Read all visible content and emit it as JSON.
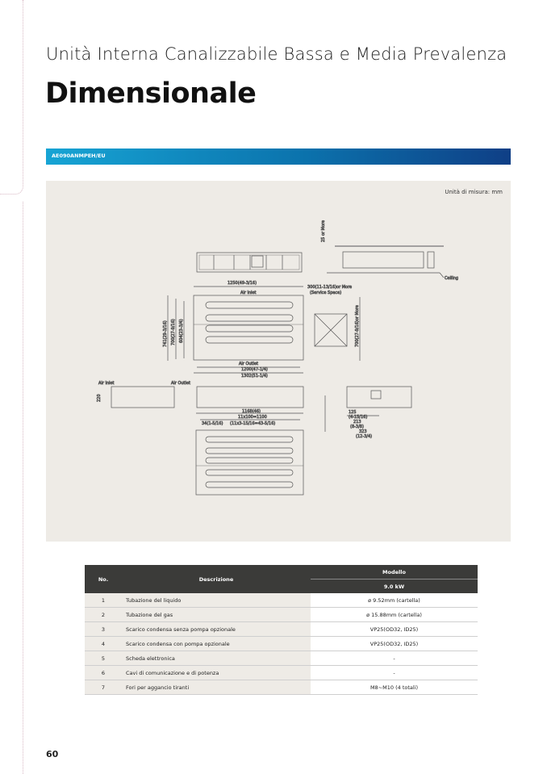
{
  "header": {
    "subtitle": "Unità Interna Canalizzabile Bassa e Media Prevalenza",
    "title": "Dimensionale"
  },
  "model_bar": "AE090ANMPEH/EU",
  "drawing": {
    "unit_label": "Unità di misura: mm",
    "labels": {
      "air_inlet": "Air inlet",
      "air_outlet": "Air Outlet",
      "ceiling": "Ceiling",
      "d1250": "1250(49-3/16)",
      "service_top": "300(11-13/16)or More",
      "service_space": "(Service Space)",
      "service_side": "700(27-9/16)or More",
      "d1200": "1200(47-1/4)",
      "d1302": "1302(51-1/4)",
      "d741": "741(29-3/16)",
      "d700": "700(27-9/16)",
      "d604": "604(23-3/4)",
      "d1168": "1168(46)",
      "d11x100": "11x100=1100",
      "d11x3": "(11x3-15/16=43-5/16)",
      "d34": "34(1-5/16)",
      "d220": "220",
      "d125": "125",
      "d125i": "(4-15/16)",
      "d213": "213",
      "d213i": "(8-3/8)",
      "d323": "323",
      "d323i": "(12-3/4)",
      "d25": "25 or More"
    }
  },
  "table": {
    "headers": {
      "no": "No.",
      "desc": "Descrizione",
      "model": "Modello",
      "capacity": "9.0 kW"
    },
    "rows": [
      {
        "no": "1",
        "desc": "Tubazione del liquido",
        "val": "ø 9.52mm (cartella)"
      },
      {
        "no": "2",
        "desc": "Tubazione del gas",
        "val": "ø 15.88mm (cartella)"
      },
      {
        "no": "3",
        "desc": "Scarico condensa senza pompa opzionale",
        "val": "VP25(OD32, ID25)"
      },
      {
        "no": "4",
        "desc": "Scarico condensa con pompa opzionale",
        "val": "VP25(OD32, ID25)"
      },
      {
        "no": "5",
        "desc": "Scheda elettronica",
        "val": "-"
      },
      {
        "no": "6",
        "desc": "Cavi di comunicazione e di potenza",
        "val": "-"
      },
      {
        "no": "7",
        "desc": "Fori per aggancio tiranti",
        "val": "M8~M10 (4 totali)"
      }
    ]
  },
  "page_number": "60"
}
